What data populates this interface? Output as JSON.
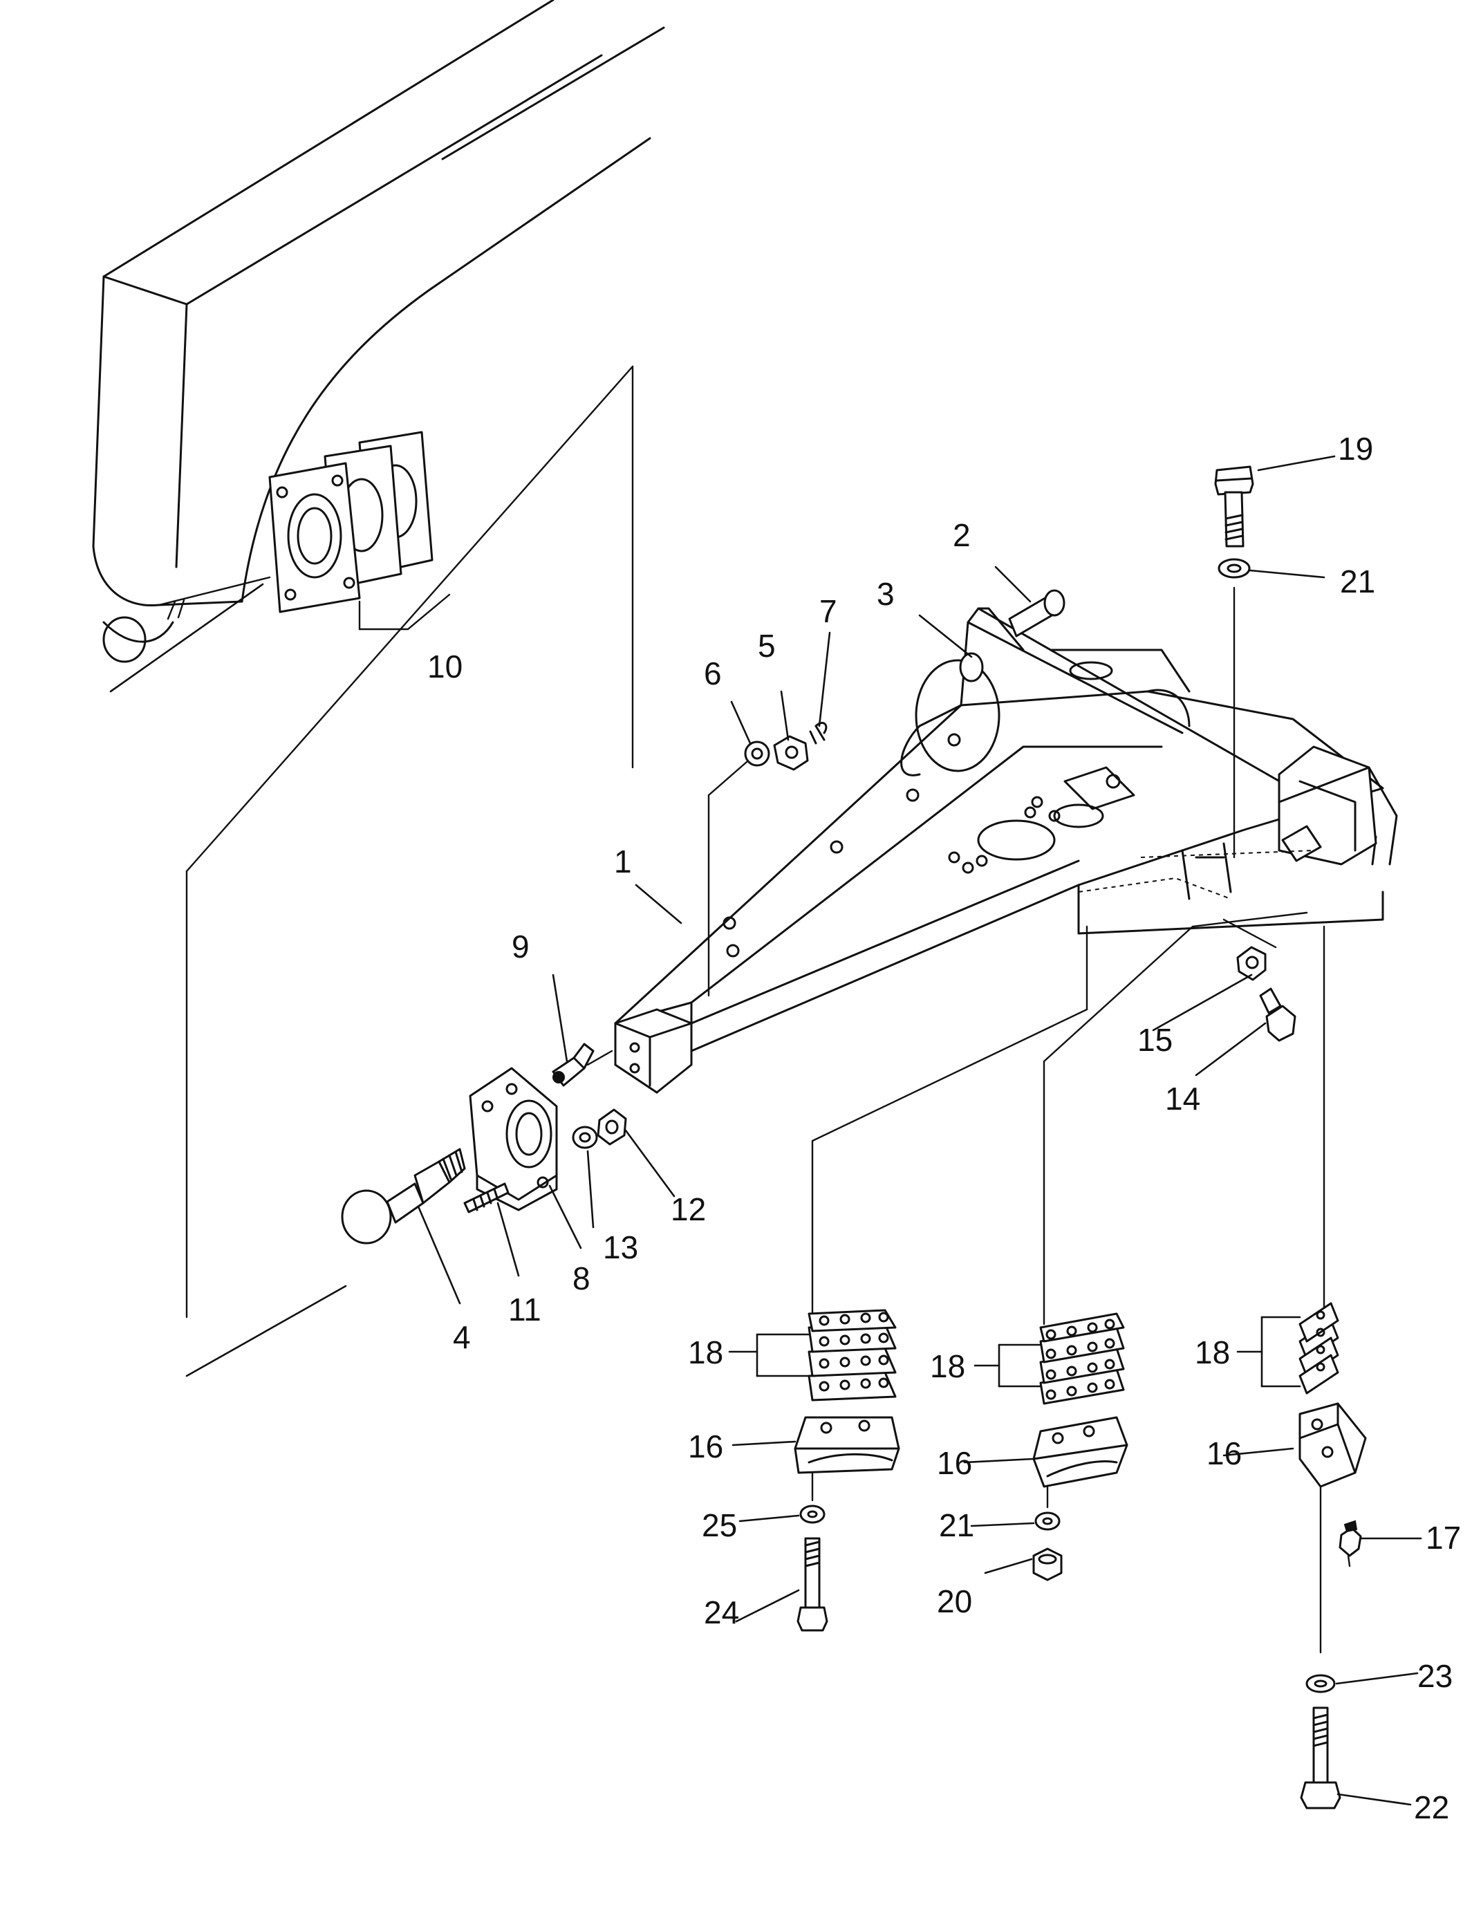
{
  "colors": {
    "line": "#111111",
    "background": "#ffffff"
  },
  "callouts": {
    "c1": "1",
    "c2": "2",
    "c3": "3",
    "c4": "4",
    "c5": "5",
    "c6": "6",
    "c7": "7",
    "c8": "8",
    "c9": "9",
    "c10": "10",
    "c11": "11",
    "c12": "12",
    "c13": "13",
    "c14": "14",
    "c15": "15",
    "c16a": "16",
    "c16b": "16",
    "c16c": "16",
    "c17": "17",
    "c18a": "18",
    "c18b": "18",
    "c18c": "18",
    "c19": "19",
    "c20": "20",
    "c21a": "21",
    "c21b": "21",
    "c22": "22",
    "c23": "23",
    "c24": "24",
    "c25": "25"
  }
}
